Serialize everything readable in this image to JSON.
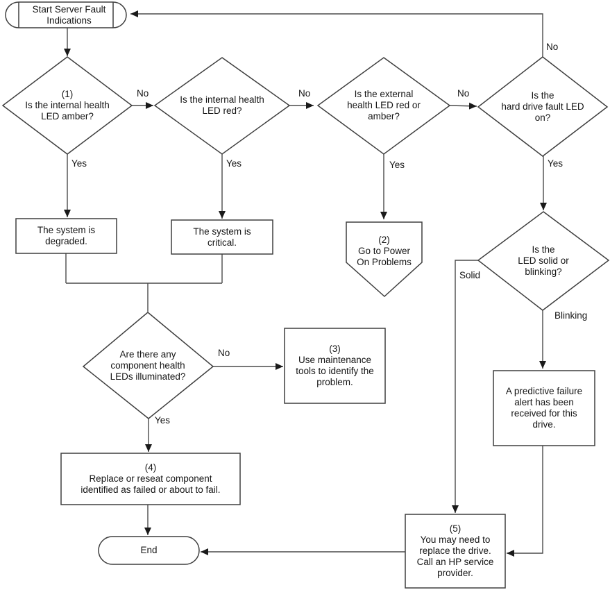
{
  "diagram": {
    "colors": {
      "line": "#3f3f3f",
      "text": "#141414",
      "background": "#ffffff"
    },
    "nodes": {
      "start": "Start Server Fault\nIndications",
      "q_internal_amber": "(1)\nIs the internal health\nLED amber?",
      "q_internal_red": "Is the internal health\nLED red?",
      "q_external_red_amber": "Is the external\nhealth LED red or\namber?",
      "q_hard_drive_fault": "Is the\nhard drive fault LED\non?",
      "system_degraded": "The system is\ndegraded.",
      "system_critical": "The system is\ncritical.",
      "goto_power_on": "(2)\nGo to Power\nOn Problems",
      "q_solid_blinking": "Is the\nLED solid or\nblinking?",
      "q_component_leds": "Are there any\ncomponent health\nLEDs illuminated?",
      "maintenance_tools": "(3)\nUse maintenance\ntools to identify the\nproblem.",
      "predictive_failure": "A predictive failure\nalert has been\nreceived for this\ndrive.",
      "replace_component": "(4)\nReplace or reseat component\nidentified as failed or about to fail.",
      "replace_drive": "(5)\nYou may need to\nreplace the drive.\nCall an HP service\nprovider.",
      "end": "End"
    },
    "labels": {
      "no": "No",
      "yes": "Yes",
      "solid": "Solid",
      "blinking": "Blinking"
    }
  }
}
